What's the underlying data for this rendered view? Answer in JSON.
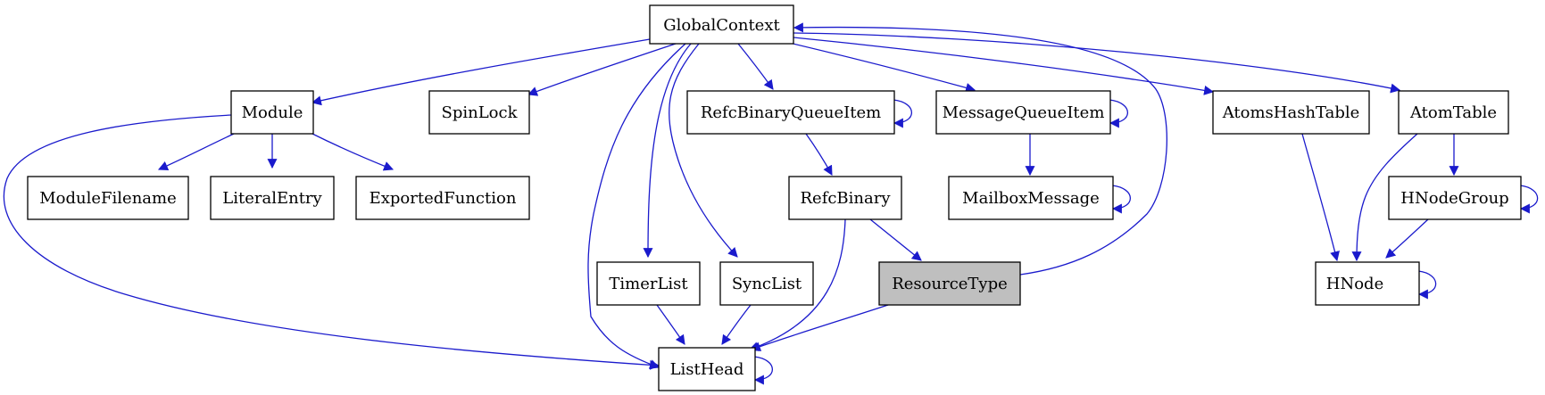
{
  "nodes": {
    "global_context": "GlobalContext",
    "module": "Module",
    "spin_lock": "SpinLock",
    "refc_binary_queue_item": "RefcBinaryQueueItem",
    "message_queue_item": "MessageQueueItem",
    "atoms_hash_table": "AtomsHashTable",
    "atom_table": "AtomTable",
    "module_filename": "ModuleFilename",
    "literal_entry": "LiteralEntry",
    "exported_function": "ExportedFunction",
    "refc_binary": "RefcBinary",
    "mailbox_message": "MailboxMessage",
    "hnode_group": "HNodeGroup",
    "timer_list": "TimerList",
    "sync_list": "SyncList",
    "resource_type": "ResourceType",
    "hnode": "HNode",
    "list_head": "ListHead"
  },
  "highlighted_node": "resource_type",
  "edges": [
    [
      "global_context",
      "module"
    ],
    [
      "global_context",
      "spin_lock"
    ],
    [
      "global_context",
      "refc_binary_queue_item"
    ],
    [
      "global_context",
      "message_queue_item"
    ],
    [
      "global_context",
      "atoms_hash_table"
    ],
    [
      "global_context",
      "atom_table"
    ],
    [
      "global_context",
      "timer_list"
    ],
    [
      "global_context",
      "sync_list"
    ],
    [
      "global_context",
      "list_head"
    ],
    [
      "resource_type",
      "global_context"
    ],
    [
      "module",
      "module_filename"
    ],
    [
      "module",
      "literal_entry"
    ],
    [
      "module",
      "exported_function"
    ],
    [
      "module",
      "list_head"
    ],
    [
      "refc_binary_queue_item",
      "refc_binary_queue_item"
    ],
    [
      "refc_binary_queue_item",
      "refc_binary"
    ],
    [
      "message_queue_item",
      "message_queue_item"
    ],
    [
      "message_queue_item",
      "mailbox_message"
    ],
    [
      "mailbox_message",
      "mailbox_message"
    ],
    [
      "refc_binary",
      "resource_type"
    ],
    [
      "refc_binary",
      "list_head"
    ],
    [
      "atoms_hash_table",
      "hnode"
    ],
    [
      "atom_table",
      "hnode_group"
    ],
    [
      "atom_table",
      "hnode"
    ],
    [
      "hnode_group",
      "hnode_group"
    ],
    [
      "hnode_group",
      "hnode"
    ],
    [
      "hnode",
      "hnode"
    ],
    [
      "timer_list",
      "list_head"
    ],
    [
      "sync_list",
      "list_head"
    ],
    [
      "resource_type",
      "list_head"
    ],
    [
      "list_head",
      "list_head"
    ]
  ],
  "colors": {
    "edge": "#1a1acc",
    "node_border": "#000000",
    "highlight_fill": "#bfbfbf"
  }
}
